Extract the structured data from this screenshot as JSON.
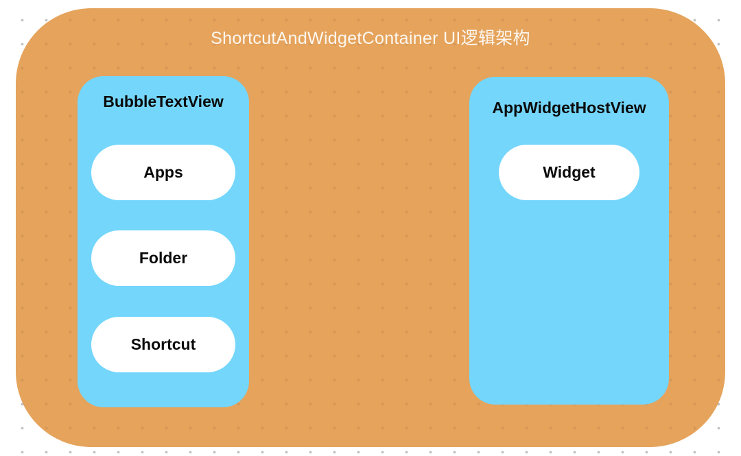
{
  "title": "ShortcutAndWidgetContainer UI逻辑架构",
  "colors": {
    "container_fill": "#e5a35c",
    "panel_fill": "#74d6fb",
    "node_fill": "#ffffff",
    "title_text": "#fcf7f0",
    "label_text": "#0a0a0a",
    "grid_dot": "#c2c2c2"
  },
  "panels": {
    "left": {
      "label": "BubbleTextView",
      "items": [
        {
          "label": "Apps"
        },
        {
          "label": "Folder"
        },
        {
          "label": "Shortcut"
        }
      ]
    },
    "right": {
      "label": "AppWidgetHostView",
      "items": [
        {
          "label": "Widget"
        }
      ]
    }
  }
}
